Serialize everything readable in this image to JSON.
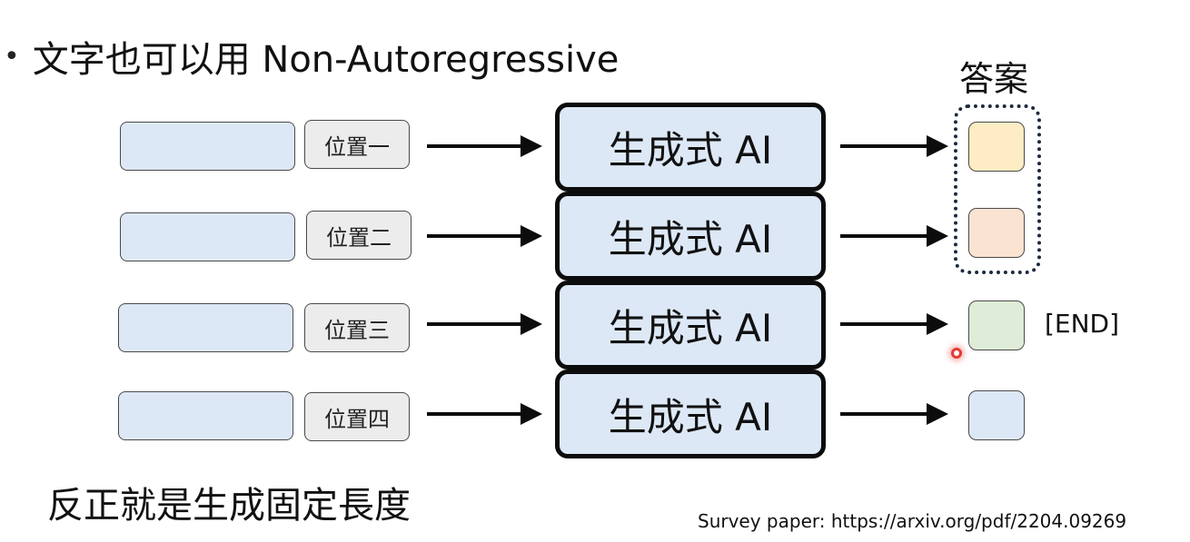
{
  "slide": {
    "bullet_symbol": "•",
    "heading": "文字也可以用 Non-Autoregressive",
    "answer_label": "答案",
    "positions": [
      "位置一",
      "位置二",
      "位置三",
      "位置四"
    ],
    "model_label": "生成式 AI",
    "end_label": "[END]",
    "footer": "反正就是生成固定長度",
    "survey": "Survey paper: https://arxiv.org/pdf/2204.09269"
  },
  "colors": {
    "input_fill": "#dde8f6",
    "position_fill": "#ececec",
    "model_fill": "#dde8f6",
    "output_colors": [
      "#fdecc4",
      "#fbe3d2",
      "#dfecd8",
      "#dde8f6"
    ],
    "cursor": "#e53935"
  }
}
